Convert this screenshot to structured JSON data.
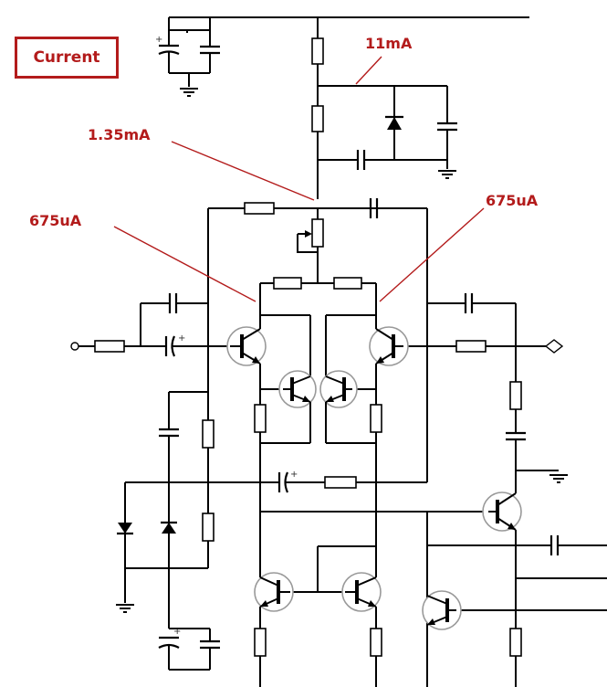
{
  "badge": {
    "label": "Current"
  },
  "annotations": {
    "supply_current": "11mA",
    "tail_current": "1.35mA",
    "left_pair_current": "675uA",
    "right_pair_current": "675uA"
  },
  "colors": {
    "annotation": "#b31b1b",
    "wire": "#000000",
    "transistor_ring": "#999999"
  },
  "symbols": {
    "polarized_capacitor_mark": "+",
    "icons": [
      "resistor-symbol",
      "capacitor-symbol",
      "ground-symbol",
      "zener-diode-symbol",
      "npn-transistor-symbol",
      "pnp-transistor-symbol",
      "input-terminal-icon",
      "output-terminal-icon"
    ]
  }
}
